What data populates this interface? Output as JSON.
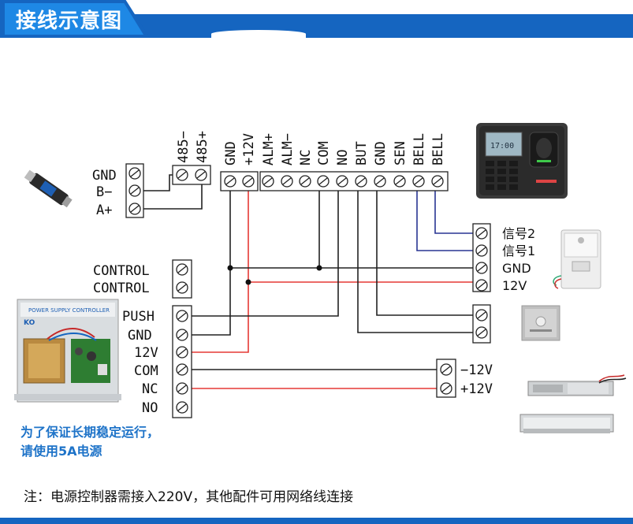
{
  "title": "接线示意图",
  "rs485": {
    "converter_labels": [
      "GND",
      "B−",
      "A+"
    ],
    "terminal_labels": [
      "485−",
      "485+"
    ]
  },
  "controller_terminals": [
    "GND",
    "+12V",
    "ALM+",
    "ALM−",
    "NC",
    "COM",
    "NO",
    "BUT",
    "GND",
    "SEN",
    "BELL",
    "BELL"
  ],
  "bell_terminals": [
    "信号2",
    "信号1",
    "GND",
    "12V"
  ],
  "power_control_labels": [
    "CONTROL",
    "CONTROL"
  ],
  "power_terminals": [
    "PUSH",
    "GND",
    "12V",
    "COM",
    "NC",
    "NO"
  ],
  "lock_terminals": [
    "−12V",
    "+12V"
  ],
  "power_note": [
    "为了保证长期稳定运行，",
    "请使用5A电源"
  ],
  "bottom_note": "注：电源控制器需接入220V，其他配件可用网络线连接",
  "device_labels": {
    "psu_title": "POWER SUPPLY CONTROLLER",
    "psu_brand": "KO",
    "reader_screen": "17:00"
  },
  "colors": {
    "header": "#1565c0",
    "wire_black": "#222222",
    "wire_red": "#e53935",
    "wire_blue": "#283593",
    "note_blue": "#1e73c8"
  }
}
